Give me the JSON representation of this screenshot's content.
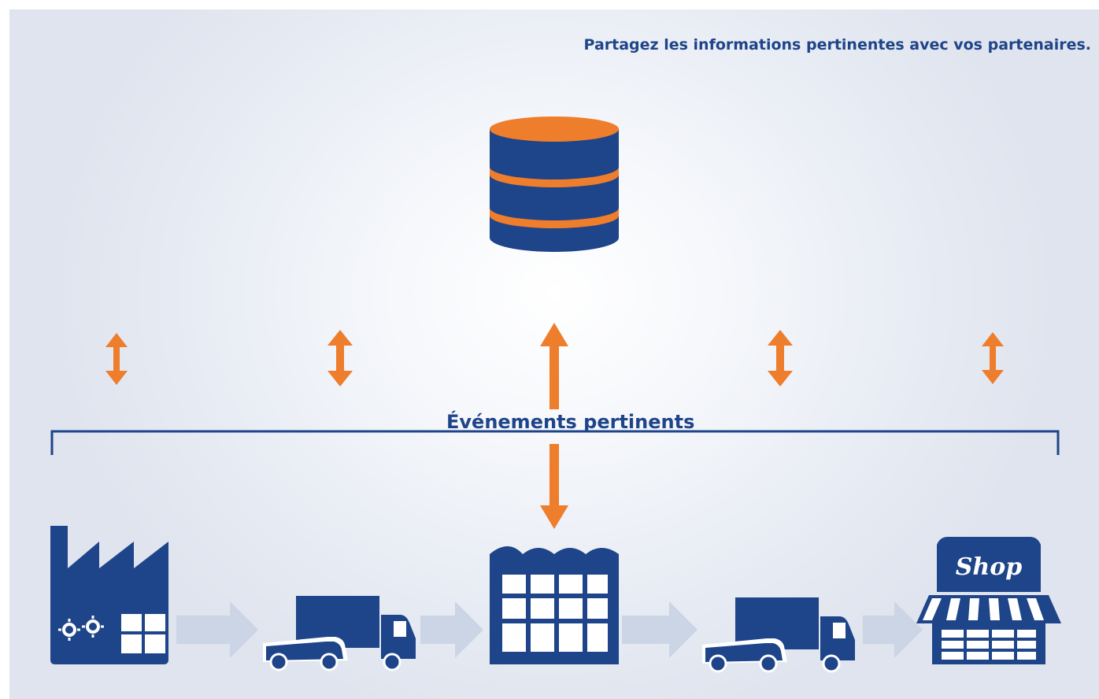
{
  "header": {
    "text": "Partagez les informations pertinentes avec vos partenaires."
  },
  "bracket": {
    "label": "Événements pertinents"
  },
  "shop": {
    "sign": "Shop"
  },
  "colors": {
    "navy": "#1e4489",
    "orange": "#ee7d2c",
    "flow_arrow": "#cbd5e6"
  },
  "nodes": [
    {
      "icon": "factory-icon"
    },
    {
      "icon": "truck-icon"
    },
    {
      "icon": "warehouse-icon"
    },
    {
      "icon": "truck-icon"
    },
    {
      "icon": "shop-icon"
    }
  ],
  "central": {
    "icon": "database-icon"
  }
}
